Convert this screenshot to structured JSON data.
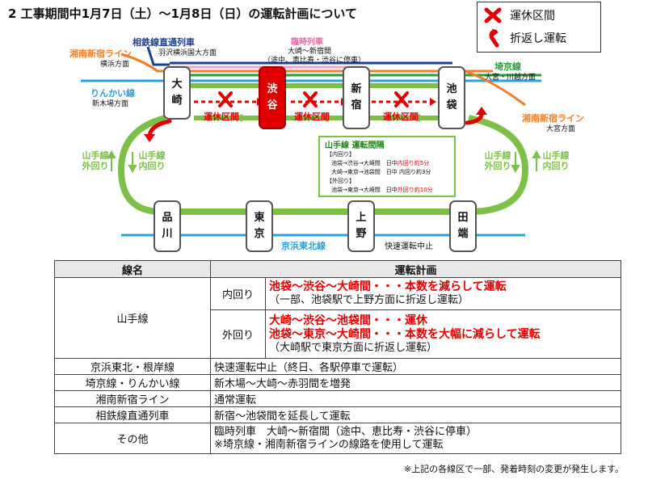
{
  "title": "2 工事期間中1月7日（土）〜1月8日（日）の運転計画について",
  "legend": {
    "suspended": "運休区間",
    "turnback": "折返し運転"
  },
  "colors": {
    "yamanote": "#7cc048",
    "keihin": "#2aa0e0",
    "saikyo": "#2a9a3a",
    "shonan": "#f07e2a",
    "sotetsu": "#1c3f94",
    "special": "#f0a0c8",
    "suspend": "#e00000"
  },
  "map": {
    "lines": {
      "sotetsu": "相鉄線直通列車",
      "sotetsu_dir": "羽沢横浜国大方面",
      "shonan_left": "湘南新宿ライン",
      "shonan_left_dir": "横浜方面",
      "rinkai": "りんかい線",
      "rinkai_dir": "新木場方面",
      "special": "臨時列車",
      "special_route": "大崎〜新宿間",
      "special_note": "（途中、恵比寿・渋谷に停車）",
      "saikyo": "埼京線",
      "saikyo_dir": "大宮・川越方面",
      "shonan_right": "湘南新宿ライン",
      "shonan_right_dir": "大宮方面",
      "yamanote_outer_left": "山手線 外回り",
      "yamanote_inner_left": "山手線 内回り",
      "yamanote_outer_right": "山手線 外回り",
      "yamanote_inner_right": "山手線 内回り",
      "keihin": "京浜東北線",
      "keihin_note": "快速運転中止"
    },
    "suspended_labels": [
      "運休区間",
      "運休区間",
      "運休区間"
    ],
    "stations": {
      "osaki": "大崎",
      "shibuya": "渋谷",
      "shinjuku": "新宿",
      "ikebukuro": "池袋",
      "shinagawa": "品川",
      "tokyo": "東京",
      "ueno": "上野",
      "tabata": "田端"
    },
    "info": {
      "title": "山手線 運転間隔",
      "inner_head": "【内回り】",
      "inner_1": "池袋→渋谷→大崎間　日中",
      "inner_1_val": "内回り約5分",
      "inner_2": "大崎→東京→池袋間　日中 内回り約3分",
      "outer_head": "【外回り】",
      "outer_1": "池袋→東京→大崎間　日中",
      "outer_1_val": "外回り約10分"
    }
  },
  "table": {
    "header": {
      "line": "線名",
      "plan": "運転計画"
    },
    "yamanote": {
      "name": "山手線",
      "inner": {
        "label": "内回り",
        "l1": "池袋〜渋谷〜大崎間・・・本数を減らして運転",
        "l2": "（一部、池袋駅で上野方面に折返し運転）"
      },
      "outer": {
        "label": "外回り",
        "l1": "大崎〜渋谷〜池袋間・・・運休",
        "l2": "池袋〜東京〜大崎間・・・本数を大幅に減らして運転",
        "l3": "（大崎駅で東京方面に折返し運転）"
      }
    },
    "rows": [
      {
        "name": "京浜東北・根岸線",
        "plan": "快速運転中止（終日、各駅停車で運転）"
      },
      {
        "name": "埼京線・りんかい線",
        "plan": "新木場〜大崎〜赤羽間を増発"
      },
      {
        "name": "湘南新宿ライン",
        "plan": "通常運転"
      },
      {
        "name": "相鉄線直通列車",
        "plan": "新宿〜池袋間を延長して運転"
      }
    ],
    "other": {
      "name": "その他",
      "l1": "臨時列車　大崎〜新宿間（途中、恵比寿・渋谷に停車）",
      "l2": "※埼京線・湘南新宿ラインの線路を使用して運転"
    }
  },
  "footnote": "※上記の各線区で一部、発着時刻の変更が発生します。"
}
